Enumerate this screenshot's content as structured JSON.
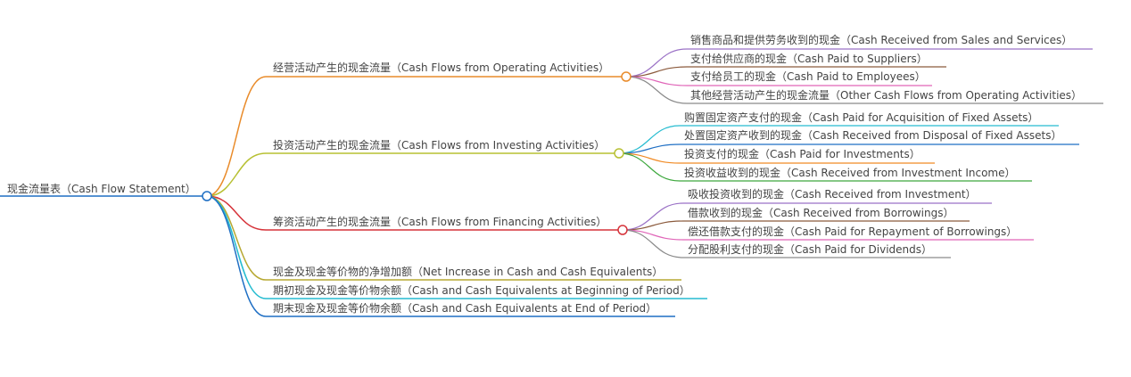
{
  "root": {
    "text": "现金流量表（Cash Flow Statement）",
    "color": "#1f6fc4"
  },
  "branches": [
    {
      "text": "经营活动产生的现金流量（Cash Flows from Operating Activities）",
      "color": "#e98b2a",
      "children": [
        {
          "text": "销售商品和提供劳务收到的现金（Cash Received from Sales and Services）",
          "color": "#9b72c6"
        },
        {
          "text": "支付给供应商的现金（Cash Paid to Suppliers）",
          "color": "#8b5a3c"
        },
        {
          "text": "支付给员工的现金（Cash Paid to Employees）",
          "color": "#e065b8"
        },
        {
          "text": "其他经营活动产生的现金流量（Other Cash Flows from Operating Activities）",
          "color": "#8a8a8a"
        }
      ]
    },
    {
      "text": "投资活动产生的现金流量（Cash Flows from Investing Activities）",
      "color": "#b7c032",
      "children": [
        {
          "text": "购置固定资产支付的现金（Cash Paid for Acquisition of Fixed Assets）",
          "color": "#26bcd0"
        },
        {
          "text": "处置固定资产收到的现金（Cash Received from Disposal of Fixed Assets）",
          "color": "#1f6fc4"
        },
        {
          "text": "投资支付的现金（Cash Paid for Investments）",
          "color": "#f08a24"
        },
        {
          "text": "投资收益收到的现金（Cash Received from Investment Income）",
          "color": "#3ea83e"
        }
      ]
    },
    {
      "text": "筹资活动产生的现金流量（Cash Flows from Financing Activities）",
      "color": "#d6333a",
      "children": [
        {
          "text": "吸收投资收到的现金（Cash Received from Investment）",
          "color": "#9b72c6"
        },
        {
          "text": "借款收到的现金（Cash Received from Borrowings）",
          "color": "#8b5a3c"
        },
        {
          "text": "偿还借款支付的现金（Cash Paid for Repayment of Borrowings）",
          "color": "#e065b8"
        },
        {
          "text": "分配股利支付的现金（Cash Paid for Dividends）",
          "color": "#8a8a8a"
        }
      ]
    },
    {
      "text": "现金及现金等价物的净增加额（Net Increase in Cash and Cash Equivalents）",
      "color": "#b7a832",
      "children": []
    },
    {
      "text": "期初现金及现金等价物余额（Cash and Cash Equivalents at Beginning of Period）",
      "color": "#26bcd0",
      "children": []
    },
    {
      "text": "期末现金及现金等价物余额（Cash and Cash Equivalents at End of Period）",
      "color": "#1f6fc4",
      "children": []
    }
  ]
}
